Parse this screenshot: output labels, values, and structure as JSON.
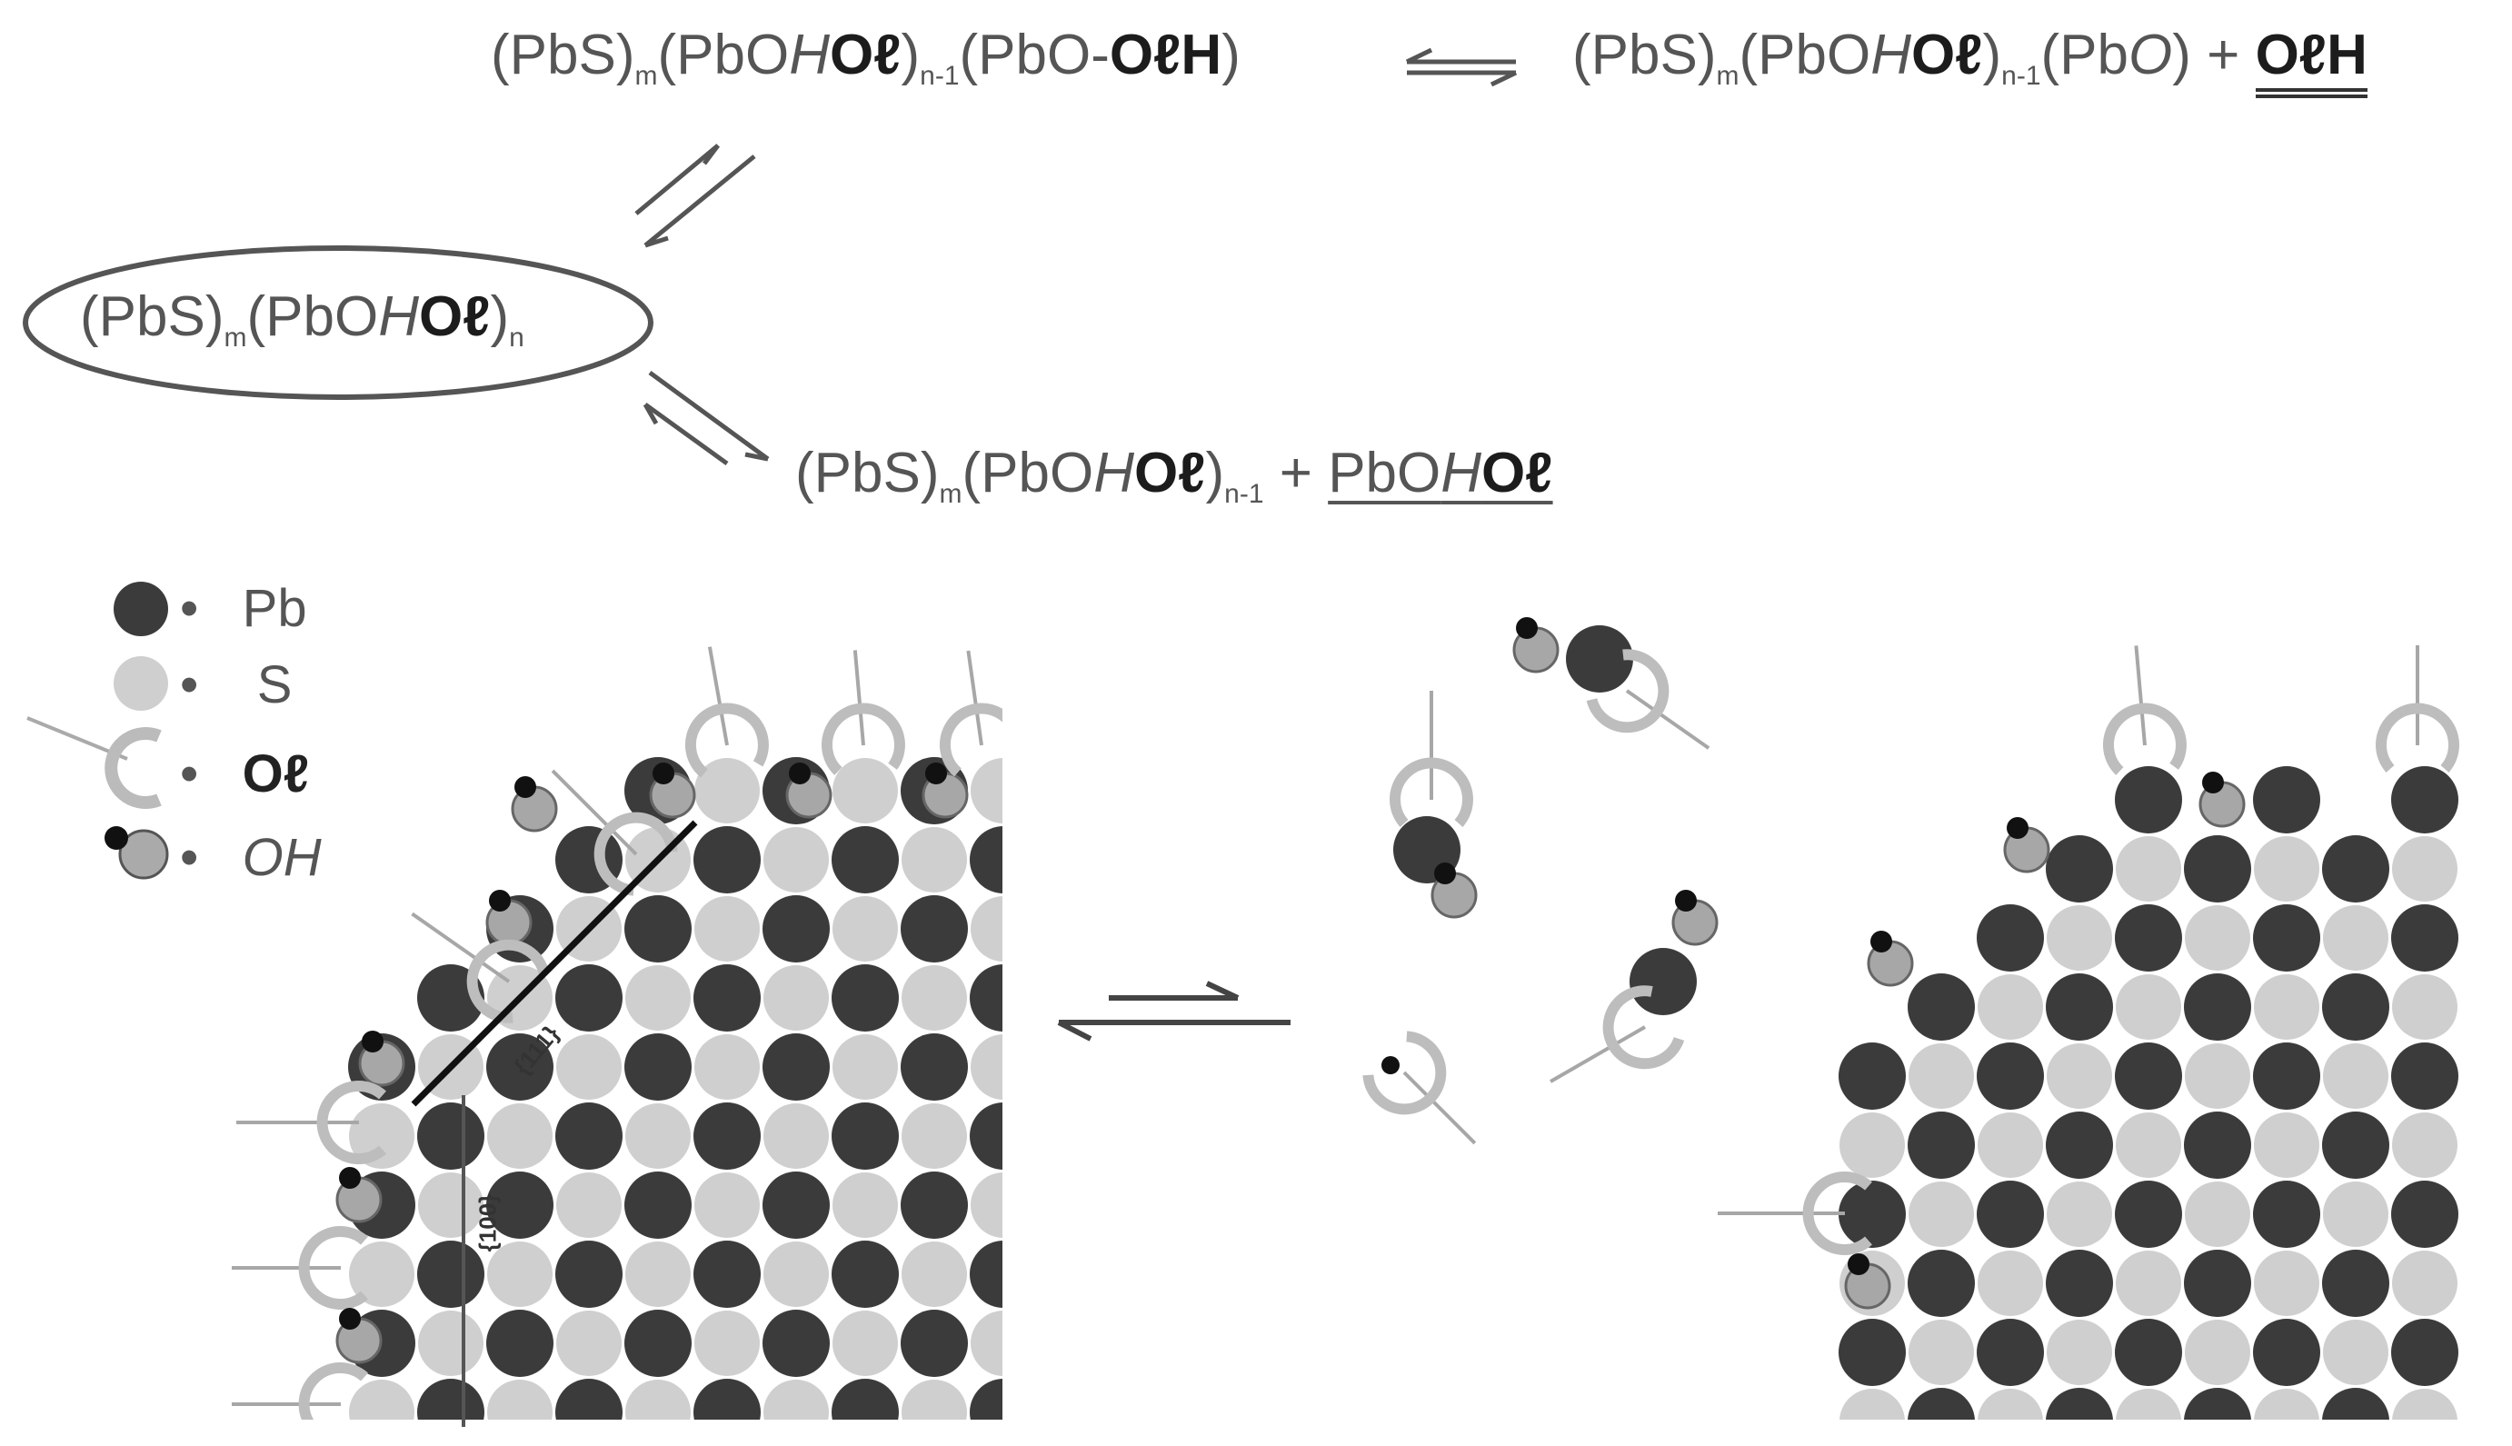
{
  "equations": {
    "eq_top_left": [
      "(PbS)",
      "m",
      "(PbO",
      "H",
      "Oℓ",
      ")",
      "n-1",
      "(PbO-",
      "OℓH",
      ")"
    ],
    "eq_top_right": [
      "(PbS)",
      "m",
      "(PbO",
      "H",
      "Oℓ",
      ")",
      "n-1",
      "(Pb",
      "O",
      ") + ",
      "OℓH"
    ],
    "eq_center": [
      "(PbS)",
      "m",
      "(PbO",
      "H",
      "Oℓ",
      ")",
      "n"
    ],
    "eq_bottom": [
      "(PbS)",
      "m",
      "(PbO",
      "H",
      "Oℓ",
      ")",
      "n-1",
      " + ",
      "PbO",
      "H",
      "Oℓ"
    ]
  },
  "legend": {
    "pb": {
      "dot": "•",
      "label": "Pb"
    },
    "s": {
      "dot": "•",
      "label": "S"
    },
    "ol": {
      "dot": "•",
      "label": "Oℓ"
    },
    "oh": {
      "dot": "•",
      "label": "OH"
    }
  },
  "lattice_labels": {
    "facet_111": "{111}",
    "facet_100": "{100}"
  },
  "colors": {
    "pb": "#3b3b3b",
    "s": "#cfcfcf",
    "ligand": "#a7a7a7",
    "arrow": "#444444"
  }
}
